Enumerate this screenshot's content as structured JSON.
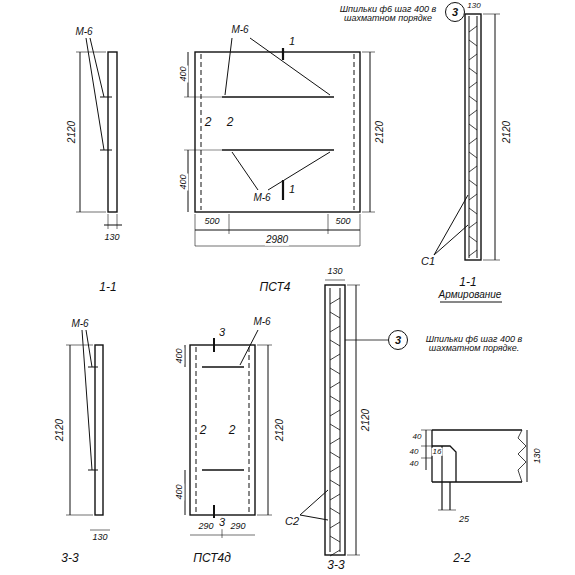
{
  "diagram": {
    "nodes": [
      {
        "text": [
          "3"
        ]
      },
      {
        "text": [
          "3"
        ]
      }
    ],
    "labels": [
      "Шпильки ф6 шаг 400 в шахматном порядке",
      "130",
      "М-6",
      "М-6",
      "1",
      "2120",
      "400",
      "400",
      "2",
      "2",
      "2120",
      "2120",
      "1",
      "М-6",
      "130",
      "500",
      "500",
      "2980",
      "С1",
      "1-1",
      "ПСТ4",
      "1-1",
      "Армирование",
      "130",
      "М-6",
      "М-6",
      "3",
      "Шпильки ф6 шаг 400 в шахматном порядке.",
      "400",
      "2120",
      "2",
      "2",
      "2120",
      "2120",
      "40",
      "400",
      "С2",
      "290",
      "290",
      "3",
      "3-3",
      "ПСТ4д",
      "3-3",
      "2-2",
      "130",
      "40",
      "16",
      "40",
      "130",
      "25"
    ]
  }
}
